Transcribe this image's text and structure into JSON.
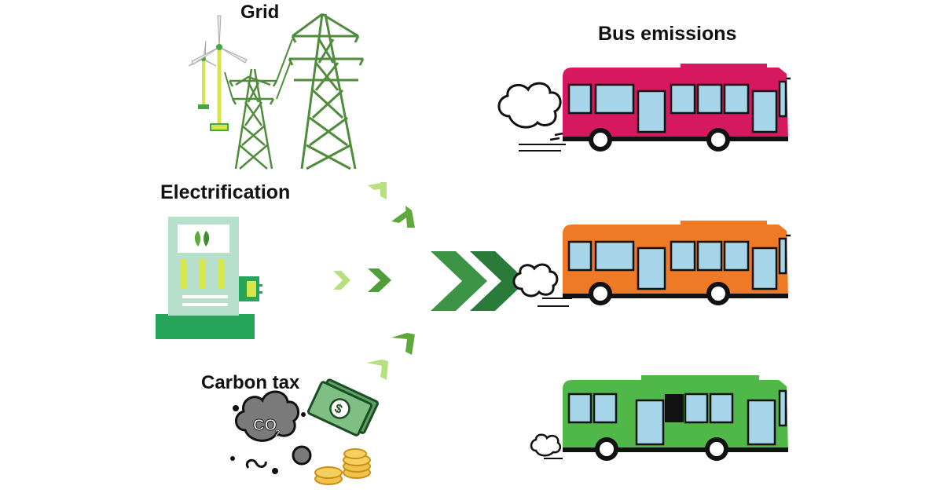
{
  "labels": {
    "grid": "Grid",
    "electrification": "Electrification",
    "carbon_tax": "Carbon tax",
    "bus_emissions": "Bus emissions"
  },
  "icons": {
    "co2_text": "CO",
    "co2_sub": "2",
    "dollar": "$"
  },
  "colors": {
    "bus_top": "#d6185f",
    "bus_middle": "#ee7a26",
    "bus_bottom": "#4fb848",
    "tower": "#4f8c3b",
    "station_body": "#b7e0cc",
    "station_base": "#27a55a",
    "arrow_dark": "#2d8a3e",
    "arrow_light": "#9cd56b",
    "window": "#a6d5ea"
  }
}
